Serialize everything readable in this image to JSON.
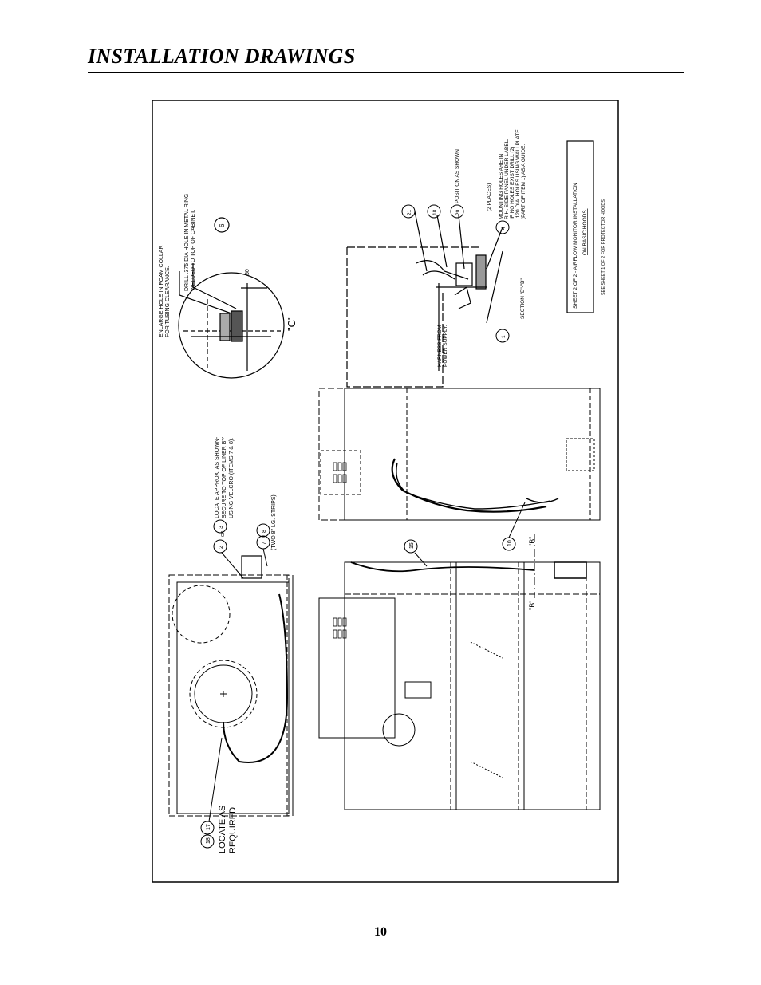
{
  "header": {
    "title": "INSTALLATION DRAWINGS"
  },
  "footer": {
    "page_number": "10"
  },
  "drawing": {
    "callouts": {
      "detail_c_enlarge": "ENLARGE HOLE IN FOAM COLLAR",
      "detail_c_enlarge_2": "FOR TUBING CLEARANCE.",
      "detail_c_drill": "DRILL .375 DIA HOLE IN METAL RING",
      "detail_c_drill_2": "WELDED TO TOP OF CABINET.",
      "detail_c_dim": ".50",
      "detail_c_label": "\"C\"",
      "locate_1": "LOCATE APPROX. AS SHOWN-",
      "locate_2": "SECURE TO TOP OF LINER BY",
      "locate_3": "USING VELCRO (ITEMS 7 & 8).",
      "two_strips": "(TWO 8\" LG. STRIPS)",
      "or_text": "OR",
      "position_as_shown": "POSITION AS SHOWN",
      "two_places": "(2 PLACES)",
      "mount_1": "MOUNTING HOLES ARE IN",
      "mount_2": "R.H. SIDE PANEL UNDER LABEL.",
      "mount_3": "IF NO HOLES EXIST DRILL (2)",
      "mount_4": ".120 DIA. HOLES USING WALLPLATE",
      "mount_5": "(PART OF ITEM 1) AS A GUIDE.",
      "harness_1": "HARNESS FROM",
      "harness_2": "POWER SUPPLY.",
      "section_label": "SECTION \"B\"-\"B\"",
      "locate_required_1": "LOCATE AS",
      "locate_required_2": "REQUIRED",
      "section_mark": "\"B\""
    },
    "title_block": {
      "line_1": "SHEET 2 OF 2 - AIRFLOW MONITOR INSTALLATION",
      "line_2": "ON BASIC HOODS.",
      "note": "SEE SHEET 1 OF 2 FOR PROTECTOR HOODS"
    },
    "balloons": {
      "b6": "6",
      "b2": "2",
      "b3": "3",
      "b7": "7",
      "b8": "8",
      "b21": "21",
      "b18": "18",
      "b20": "20",
      "b4": "4",
      "b1": "1",
      "b15": "15",
      "b10": "10",
      "b17": "17",
      "b18b": "18"
    }
  }
}
